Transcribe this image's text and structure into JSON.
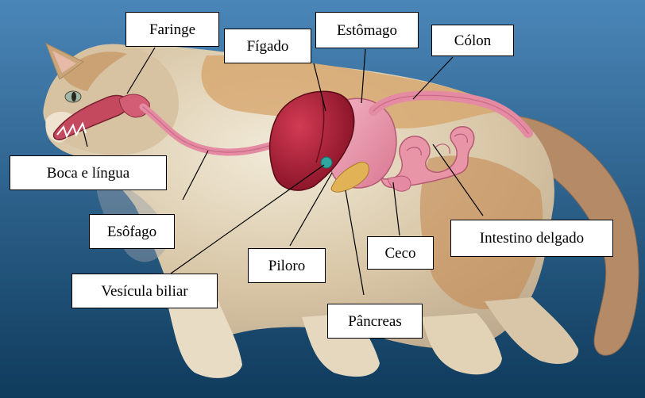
{
  "labels": {
    "faringe": "Faringe",
    "figado": "Fígado",
    "estomago": "Estômago",
    "colon": "Cólon",
    "boca_lingua": "Boca e língua",
    "esofago": "Esôfago",
    "vesicula_biliar": "Vesícula biliar",
    "piloro": "Piloro",
    "pancreas": "Pâncreas",
    "ceco": "Ceco",
    "intestino_delgado": "Intestino delgado"
  },
  "colors": {
    "background_top": "#4a86b8",
    "background_bottom": "#0f3b5c",
    "fur_light": "#f1ead8",
    "fur_orange": "#d6a368",
    "fur_gray": "#9aa0a8",
    "liver": "#a8152e",
    "stomach": "#e995a8",
    "intestine": "#e48aa3",
    "pancreas": "#e1b256",
    "gallbladder": "#2fa7a0"
  }
}
